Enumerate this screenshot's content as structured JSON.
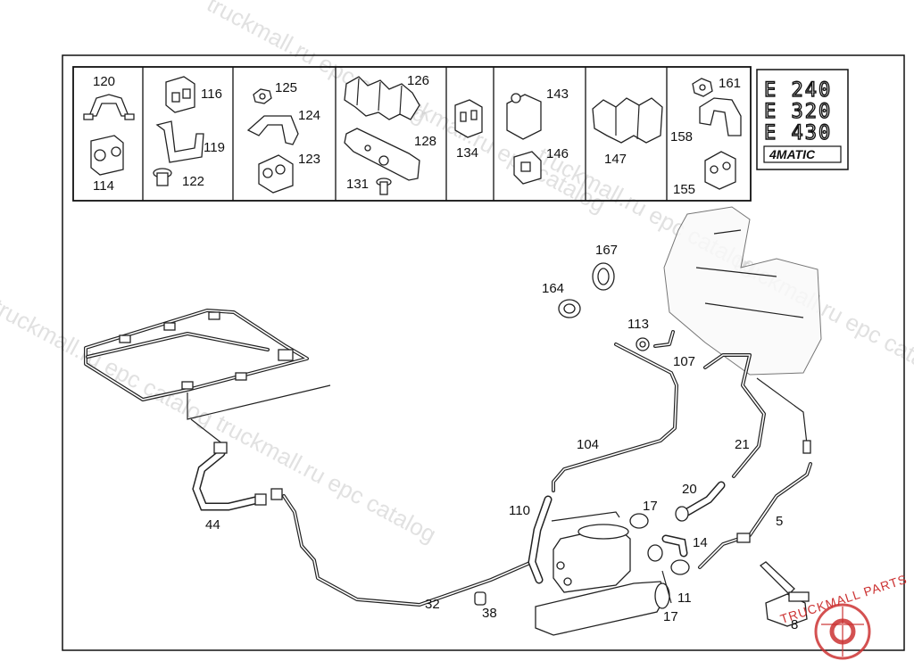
{
  "callouts": {
    "c120": "120",
    "c114": "114",
    "c116": "116",
    "c119": "119",
    "c122": "122",
    "c125": "125",
    "c124": "124",
    "c123": "123",
    "c126": "126",
    "c128": "128",
    "c131": "131",
    "c134": "134",
    "c143": "143",
    "c146": "146",
    "c147": "147",
    "c161": "161",
    "c158": "158",
    "c155": "155",
    "c167": "167",
    "c164": "164",
    "c113": "113",
    "c107": "107",
    "c104": "104",
    "c21": "21",
    "c20": "20",
    "c5": "5",
    "c110": "110",
    "c17a": "17",
    "c14": "14",
    "c11": "11",
    "c17b": "17",
    "c44": "44",
    "c32": "32",
    "c38": "38",
    "c8": "8"
  },
  "badges": {
    "e240": "E 240",
    "e320": "E 320",
    "e430": "E 430",
    "matic": "4MATIC"
  },
  "watermark": {
    "text": "truckmall.ru epc catalog",
    "logo_lettering": "TRUCKMALLPARTS"
  },
  "colors": {
    "line": "#222222",
    "logo_red": "#cc3333",
    "watermark_gray": "#c9c9c9"
  }
}
